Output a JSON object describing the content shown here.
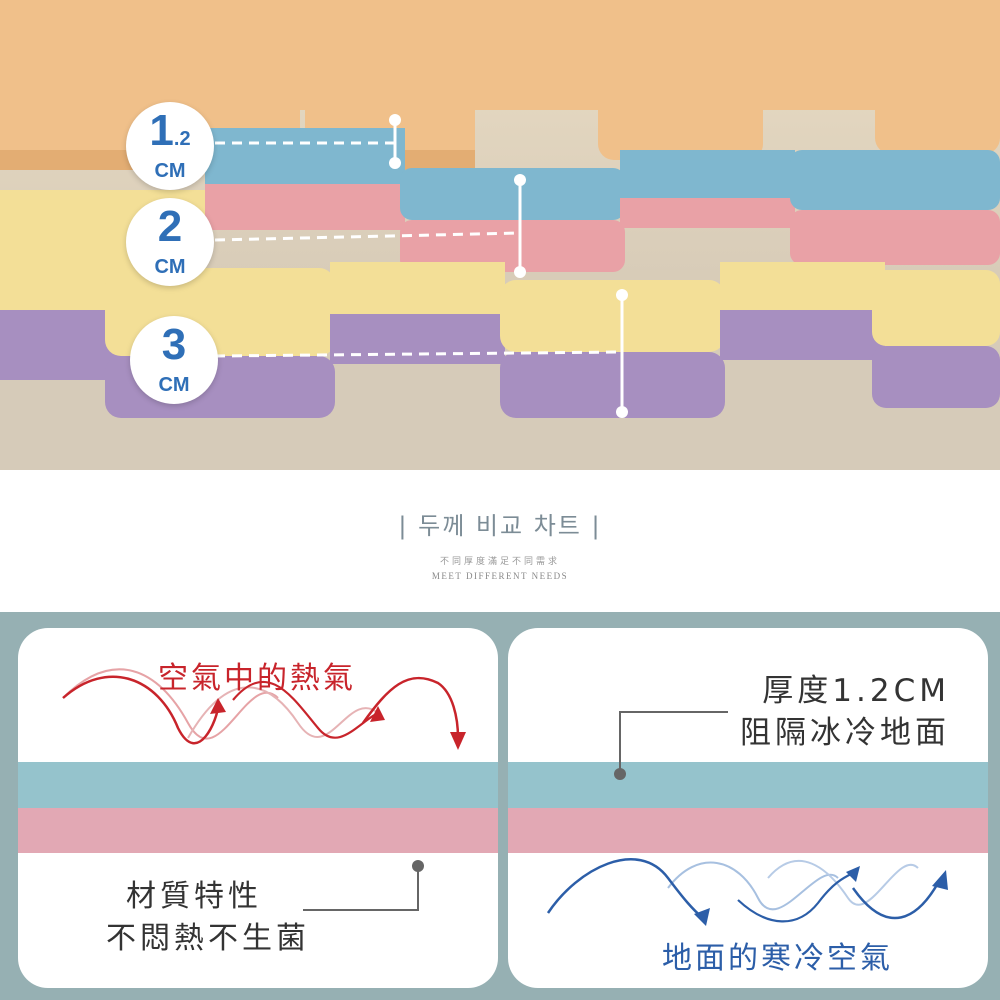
{
  "photo": {
    "badges": [
      {
        "big": "1",
        "small": ".2",
        "unit": "CM"
      },
      {
        "big": "2",
        "small": "",
        "unit": "CM"
      },
      {
        "big": "3",
        "small": "",
        "unit": "CM"
      }
    ],
    "colors": {
      "cream": "#f0c08a",
      "blue": "#7fb7cf",
      "pink": "#e9a1a6",
      "yellow": "#f3df97",
      "purple": "#a78fc0"
    }
  },
  "compare": {
    "title": "| 두께 비교 차트 |",
    "subtitle_cn": "不同厚度滿足不同需求",
    "subtitle_en": "MEET DIFFERENT NEEDS"
  },
  "left_panel": {
    "heat_label": "空氣中的熱氣",
    "material_line1": "材質特性",
    "material_line2": "不悶熱不生菌"
  },
  "right_panel": {
    "thickness_line1": "厚度1.2CM",
    "thickness_line2": "阻隔冰冷地面",
    "cold_label": "地面的寒冷空氣"
  },
  "colors": {
    "bg": "#96b0b3",
    "band_blue": "#95c3cc",
    "band_pink": "#e2a8b4",
    "heat": "#c8242b",
    "cold": "#2c5ea8"
  }
}
